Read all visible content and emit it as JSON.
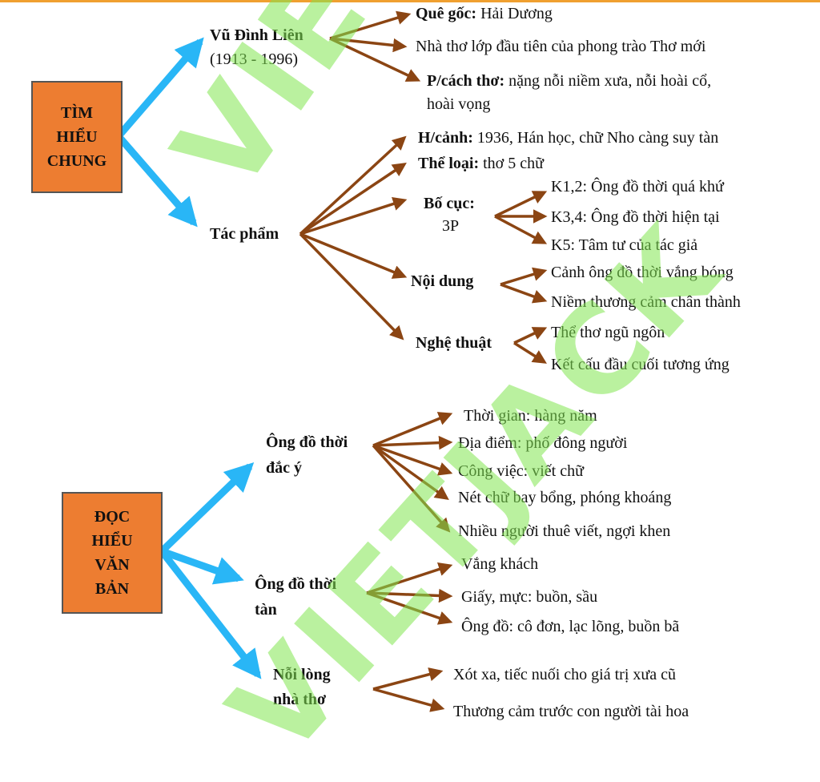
{
  "watermark": "VIETJACK",
  "colors": {
    "blue_arrow": "#29b6f6",
    "brown_arrow": "#8b4513",
    "box_fill": "#ed7d31",
    "watermark": "#7fe05a"
  },
  "section1": {
    "box": "TÌM\nHIỂU\nCHUNG",
    "author": {
      "name": "Vũ Đình Liên",
      "years": "(1913 - 1996)",
      "items": [
        {
          "bold": "Quê gốc:",
          "text": " Hải Dương"
        },
        {
          "bold": "",
          "text": "Nhà thơ lớp đầu tiên của phong trào Thơ mới"
        },
        {
          "bold": "P/cách thơ:",
          "text": " nặng nỗi niềm xưa, nỗi hoài cổ,"
        },
        {
          "bold": "",
          "text": "hoài vọng"
        }
      ]
    },
    "work": {
      "title": "Tác phẩm",
      "context": {
        "bold": "H/cảnh:",
        "text": " 1936, Hán học, chữ Nho càng suy tàn"
      },
      "genre": {
        "bold": "Thể loại:",
        "text": " thơ 5 chữ"
      },
      "layout": {
        "label": "Bố cục:",
        "sub": "3P",
        "items": [
          "K1,2: Ông đồ thời quá khứ",
          "K3,4: Ông đồ thời hiện tại",
          "K5: Tâm tư của tác giả"
        ]
      },
      "content": {
        "label": "Nội dung",
        "items": [
          "Cảnh ông đồ thời vắng bóng",
          "Niềm thương cảm chân thành"
        ]
      },
      "art": {
        "label": "Nghệ thuật",
        "items": [
          "Thể thơ ngũ ngôn",
          "Kết cấu đầu cuối tương ứng"
        ]
      }
    }
  },
  "section2": {
    "box": "ĐỌC\nHIỂU\nVĂN\nBẢN",
    "glory": {
      "label_line1": "Ông đồ thời",
      "label_line2": "đắc ý",
      "items": [
        "Thời gian: hàng năm",
        "Địa điểm: phố đông người",
        "Công việc: viết chữ",
        "Nét chữ bay bổng, phóng khoáng",
        "Nhiều người thuê viết, ngợi khen"
      ]
    },
    "decline": {
      "label_line1": "Ông đồ thời",
      "label_line2": "tàn",
      "items": [
        "Vắng khách",
        "Giấy, mực: buồn, sầu",
        "Ông đồ: cô đơn, lạc lõng, buồn bã"
      ]
    },
    "poet": {
      "label_line1": "Nỗi lòng",
      "label_line2": "nhà thơ",
      "items": [
        "Xót xa, tiếc nuối cho giá trị xưa cũ",
        "Thương cảm trước con người tài hoa"
      ]
    }
  }
}
